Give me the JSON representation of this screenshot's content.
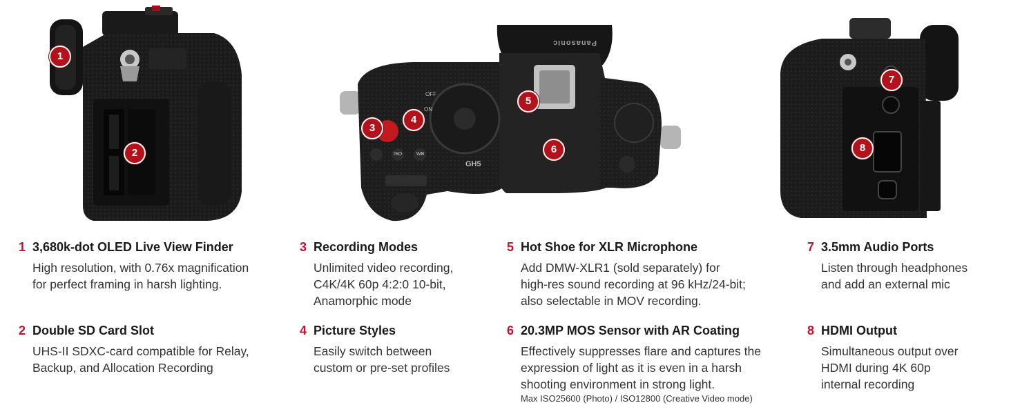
{
  "colors": {
    "accent": "#c8102e",
    "marker": "#b3121b",
    "body": "#1b1b1b"
  },
  "images": {
    "left": {
      "name": "camera-side-left-view",
      "brand": ""
    },
    "center": {
      "name": "camera-top-view",
      "brand": "Panasonic",
      "model": "GH5",
      "dial_labels": [
        "OFF",
        "ON"
      ],
      "button_labels": [
        "ISO",
        "WB"
      ]
    },
    "right": {
      "name": "camera-side-right-view"
    }
  },
  "markers": [
    "1",
    "2",
    "3",
    "4",
    "5",
    "6",
    "7",
    "8"
  ],
  "features": [
    {
      "num": "1",
      "title": "3,680k-dot OLED Live View Finder",
      "lines": [
        "High resolution, with 0.76x magnification",
        "for perfect framing in harsh lighting."
      ]
    },
    {
      "num": "2",
      "title": "Double SD Card Slot",
      "lines": [
        "UHS-II SDXC-card compatible for Relay,",
        "Backup, and Allocation Recording"
      ]
    },
    {
      "num": "3",
      "title": "Recording Modes",
      "lines": [
        "Unlimited video recording,",
        "C4K/4K 60p 4:2:0 10-bit,",
        "Anamorphic mode"
      ]
    },
    {
      "num": "4",
      "title": "Picture Styles",
      "lines": [
        "Easily switch between",
        "custom or pre-set profiles"
      ]
    },
    {
      "num": "5",
      "title": "Hot Shoe for XLR Microphone",
      "lines": [
        "Add DMW-XLR1 (sold separately) for",
        "high-res sound recording at 96 kHz/24-bit;",
        "also selectable in MOV recording."
      ]
    },
    {
      "num": "6",
      "title": "20.3MP MOS Sensor with AR Coating",
      "lines": [
        "Effectively suppresses flare and captures the",
        "expression of light as it is even in a harsh",
        "shooting environment in strong light."
      ],
      "note": "Max ISO25600 (Photo) / ISO12800 (Creative Video mode)"
    },
    {
      "num": "7",
      "title": "3.5mm Audio Ports",
      "lines": [
        "Listen through headphones",
        "and add an external mic"
      ]
    },
    {
      "num": "8",
      "title": "HDMI Output",
      "lines": [
        "Simultaneous output over",
        "HDMI during 4K 60p",
        "internal recording"
      ]
    }
  ]
}
